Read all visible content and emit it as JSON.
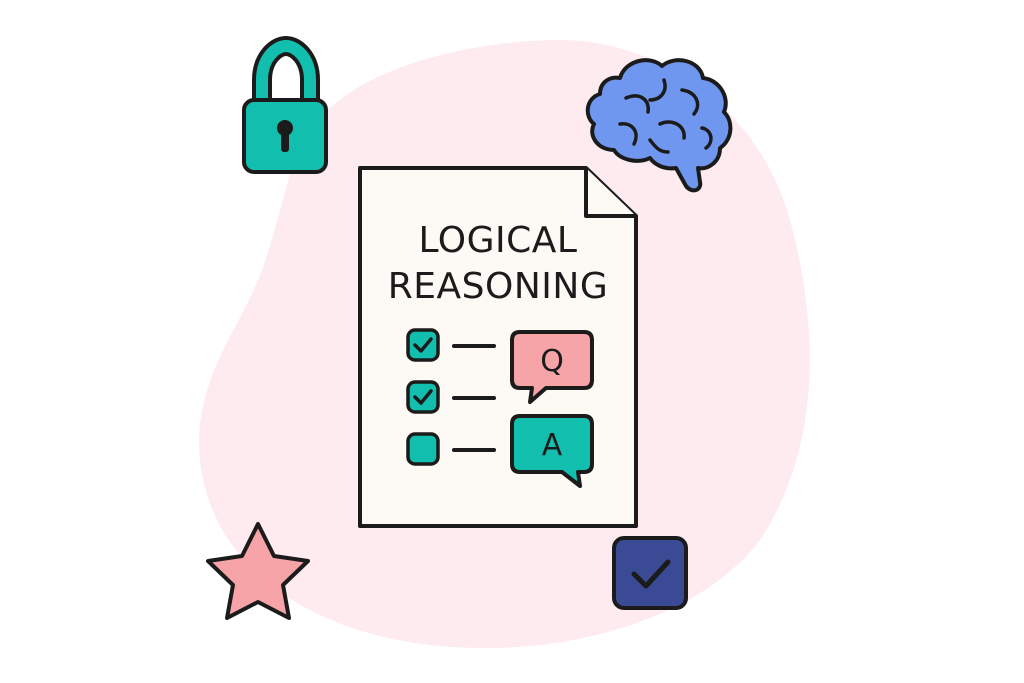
{
  "document": {
    "title_line1": "LOGICAL",
    "title_line2": "REASONING",
    "checklist": [
      {
        "checked": true
      },
      {
        "checked": true
      },
      {
        "checked": false
      }
    ],
    "question_bubble_label": "Q",
    "answer_bubble_label": "A"
  },
  "icons": [
    "lock-icon",
    "brain-icon",
    "star-icon",
    "checkbox-icon"
  ],
  "colors": {
    "blob": "#fdebef",
    "paper": "#fdf9f4",
    "teal": "#12bfae",
    "pink": "#f7a4a8",
    "brain_blue": "#6f97ef",
    "navy": "#3a4a94",
    "outline": "#1b1b1b"
  }
}
